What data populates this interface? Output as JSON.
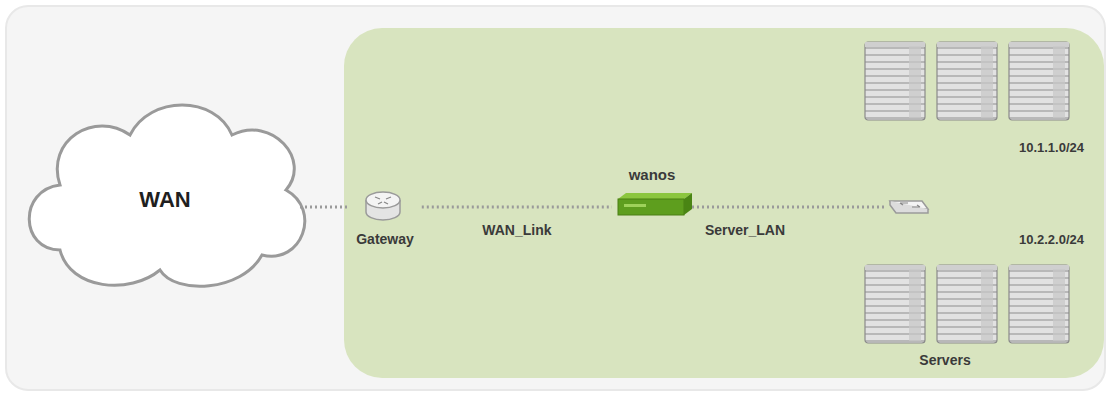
{
  "diagram": {
    "nodes": [
      {
        "text": [
          "WAN"
        ]
      },
      {
        "text": [
          "Gateway"
        ]
      },
      {
        "text": [
          "wanos"
        ]
      },
      {
        "text": [
          "10.1.1.0/24"
        ]
      },
      {
        "text": [
          "10.2.2.0/24"
        ]
      }
    ],
    "edges": [
      {
        "from": 0,
        "to": 1,
        "arrow": "none"
      },
      {
        "from": 1,
        "to": 2,
        "arrow": "none",
        "label": "WAN_Link"
      }
    ],
    "labels": [
      "Server_LAN",
      "Servers"
    ]
  }
}
